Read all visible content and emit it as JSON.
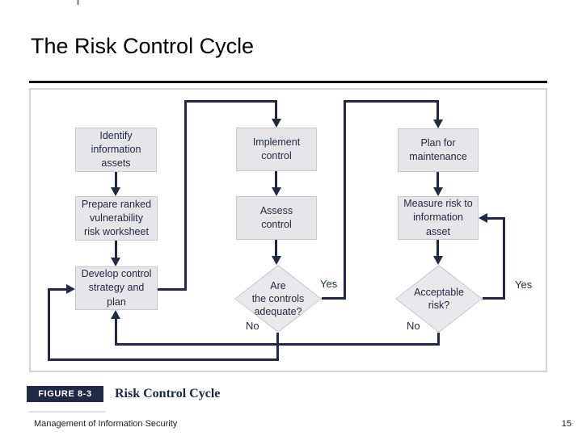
{
  "slide": {
    "title": "The Risk Control Cycle",
    "footer": "Management of Information Security",
    "page_number": "15"
  },
  "figure_caption": {
    "badge": "FIGURE 8-3",
    "title": "Risk Control Cycle"
  },
  "flowchart": {
    "boxes": {
      "identify": "Identify\ninformation\nassets",
      "prepare": "Prepare ranked\nvulnerability\nrisk worksheet",
      "develop": "Develop control\nstrategy and\nplan",
      "implement": "Implement\ncontrol",
      "assess": "Assess\ncontrol",
      "plan": "Plan for\nmaintenance",
      "measure": "Measure risk to\ninformation\nasset"
    },
    "decisions": {
      "controls_adequate": "Are\nthe controls\nadequate?",
      "acceptable_risk": "Acceptable\nrisk?"
    },
    "edge_labels": {
      "controls_adequate_yes": "Yes",
      "controls_adequate_no": "No",
      "acceptable_risk_yes": "Yes",
      "acceptable_risk_no": "No"
    }
  },
  "colors": {
    "arrow_navy": "#1f2a44",
    "box_fill": "#e5e5ea",
    "box_border": "#c8c8cf",
    "frame_border": "#d2d2d6",
    "title_color": "#000000",
    "badge_bg": "#1f2a44",
    "badge_text": "#ffffff"
  }
}
